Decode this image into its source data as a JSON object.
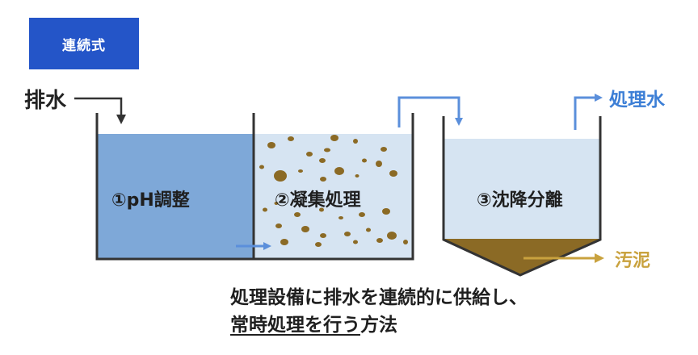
{
  "badge": {
    "label": "連続式"
  },
  "labels": {
    "inflow": "排水",
    "treated_water": "処理水",
    "sludge": "汚泥"
  },
  "stages": [
    {
      "label": "①pH調整"
    },
    {
      "label": "②凝集処理"
    },
    {
      "label": "③沈降分離"
    }
  ],
  "description": {
    "line1": "処理設備に排水を連続的に供給し、",
    "line2_underlined": "常時処理を行う",
    "line2_rest": "方法"
  },
  "colors": {
    "badge": "#2455c8",
    "ph_tank_fill": "#7ea8d8",
    "light_water": "#d6e4f2",
    "floc": "#8b6a25",
    "sludge": "#8b6a25",
    "flow_arrow": "#5b8fdb",
    "sludge_arrow": "#c9a23e",
    "tank_wall": "#333333"
  }
}
